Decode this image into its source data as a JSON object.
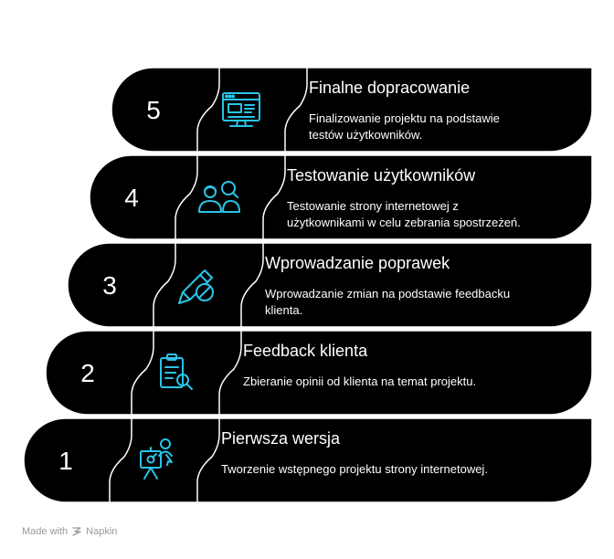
{
  "steps": [
    {
      "number": "1",
      "title": "Pierwsza wersja",
      "description": [
        "Tworzenie wstępnego projektu strony internetowej."
      ],
      "icon": "easel-person-icon"
    },
    {
      "number": "2",
      "title": "Feedback klienta",
      "description": [
        "Zbieranie opinii od klienta na temat projektu."
      ],
      "icon": "clipboard-magnifier-icon"
    },
    {
      "number": "3",
      "title": "Wprowadzanie poprawek",
      "description": [
        "Wprowadzanie zmian na podstawie feedbacku",
        "klienta."
      ],
      "icon": "pencil-cancel-icon"
    },
    {
      "number": "4",
      "title": "Testowanie użytkowników",
      "description": [
        "Testowanie strony internetowej z",
        "użytkownikami w celu zebrania spostrzeżeń."
      ],
      "icon": "users-search-icon"
    },
    {
      "number": "5",
      "title": "Finalne dopracowanie",
      "description": [
        "Finalizowanie projektu na podstawie",
        "testów użytkowników."
      ],
      "icon": "computer-layout-icon"
    }
  ],
  "footer": {
    "made_with": "Made with",
    "brand": "Napkin"
  },
  "colors": {
    "background": "#ffffff",
    "step_fill": "#000000",
    "separator": "#ffffff",
    "icon": "#29c4e8",
    "text": "#ffffff",
    "footer_text": "#9a9a9a"
  }
}
